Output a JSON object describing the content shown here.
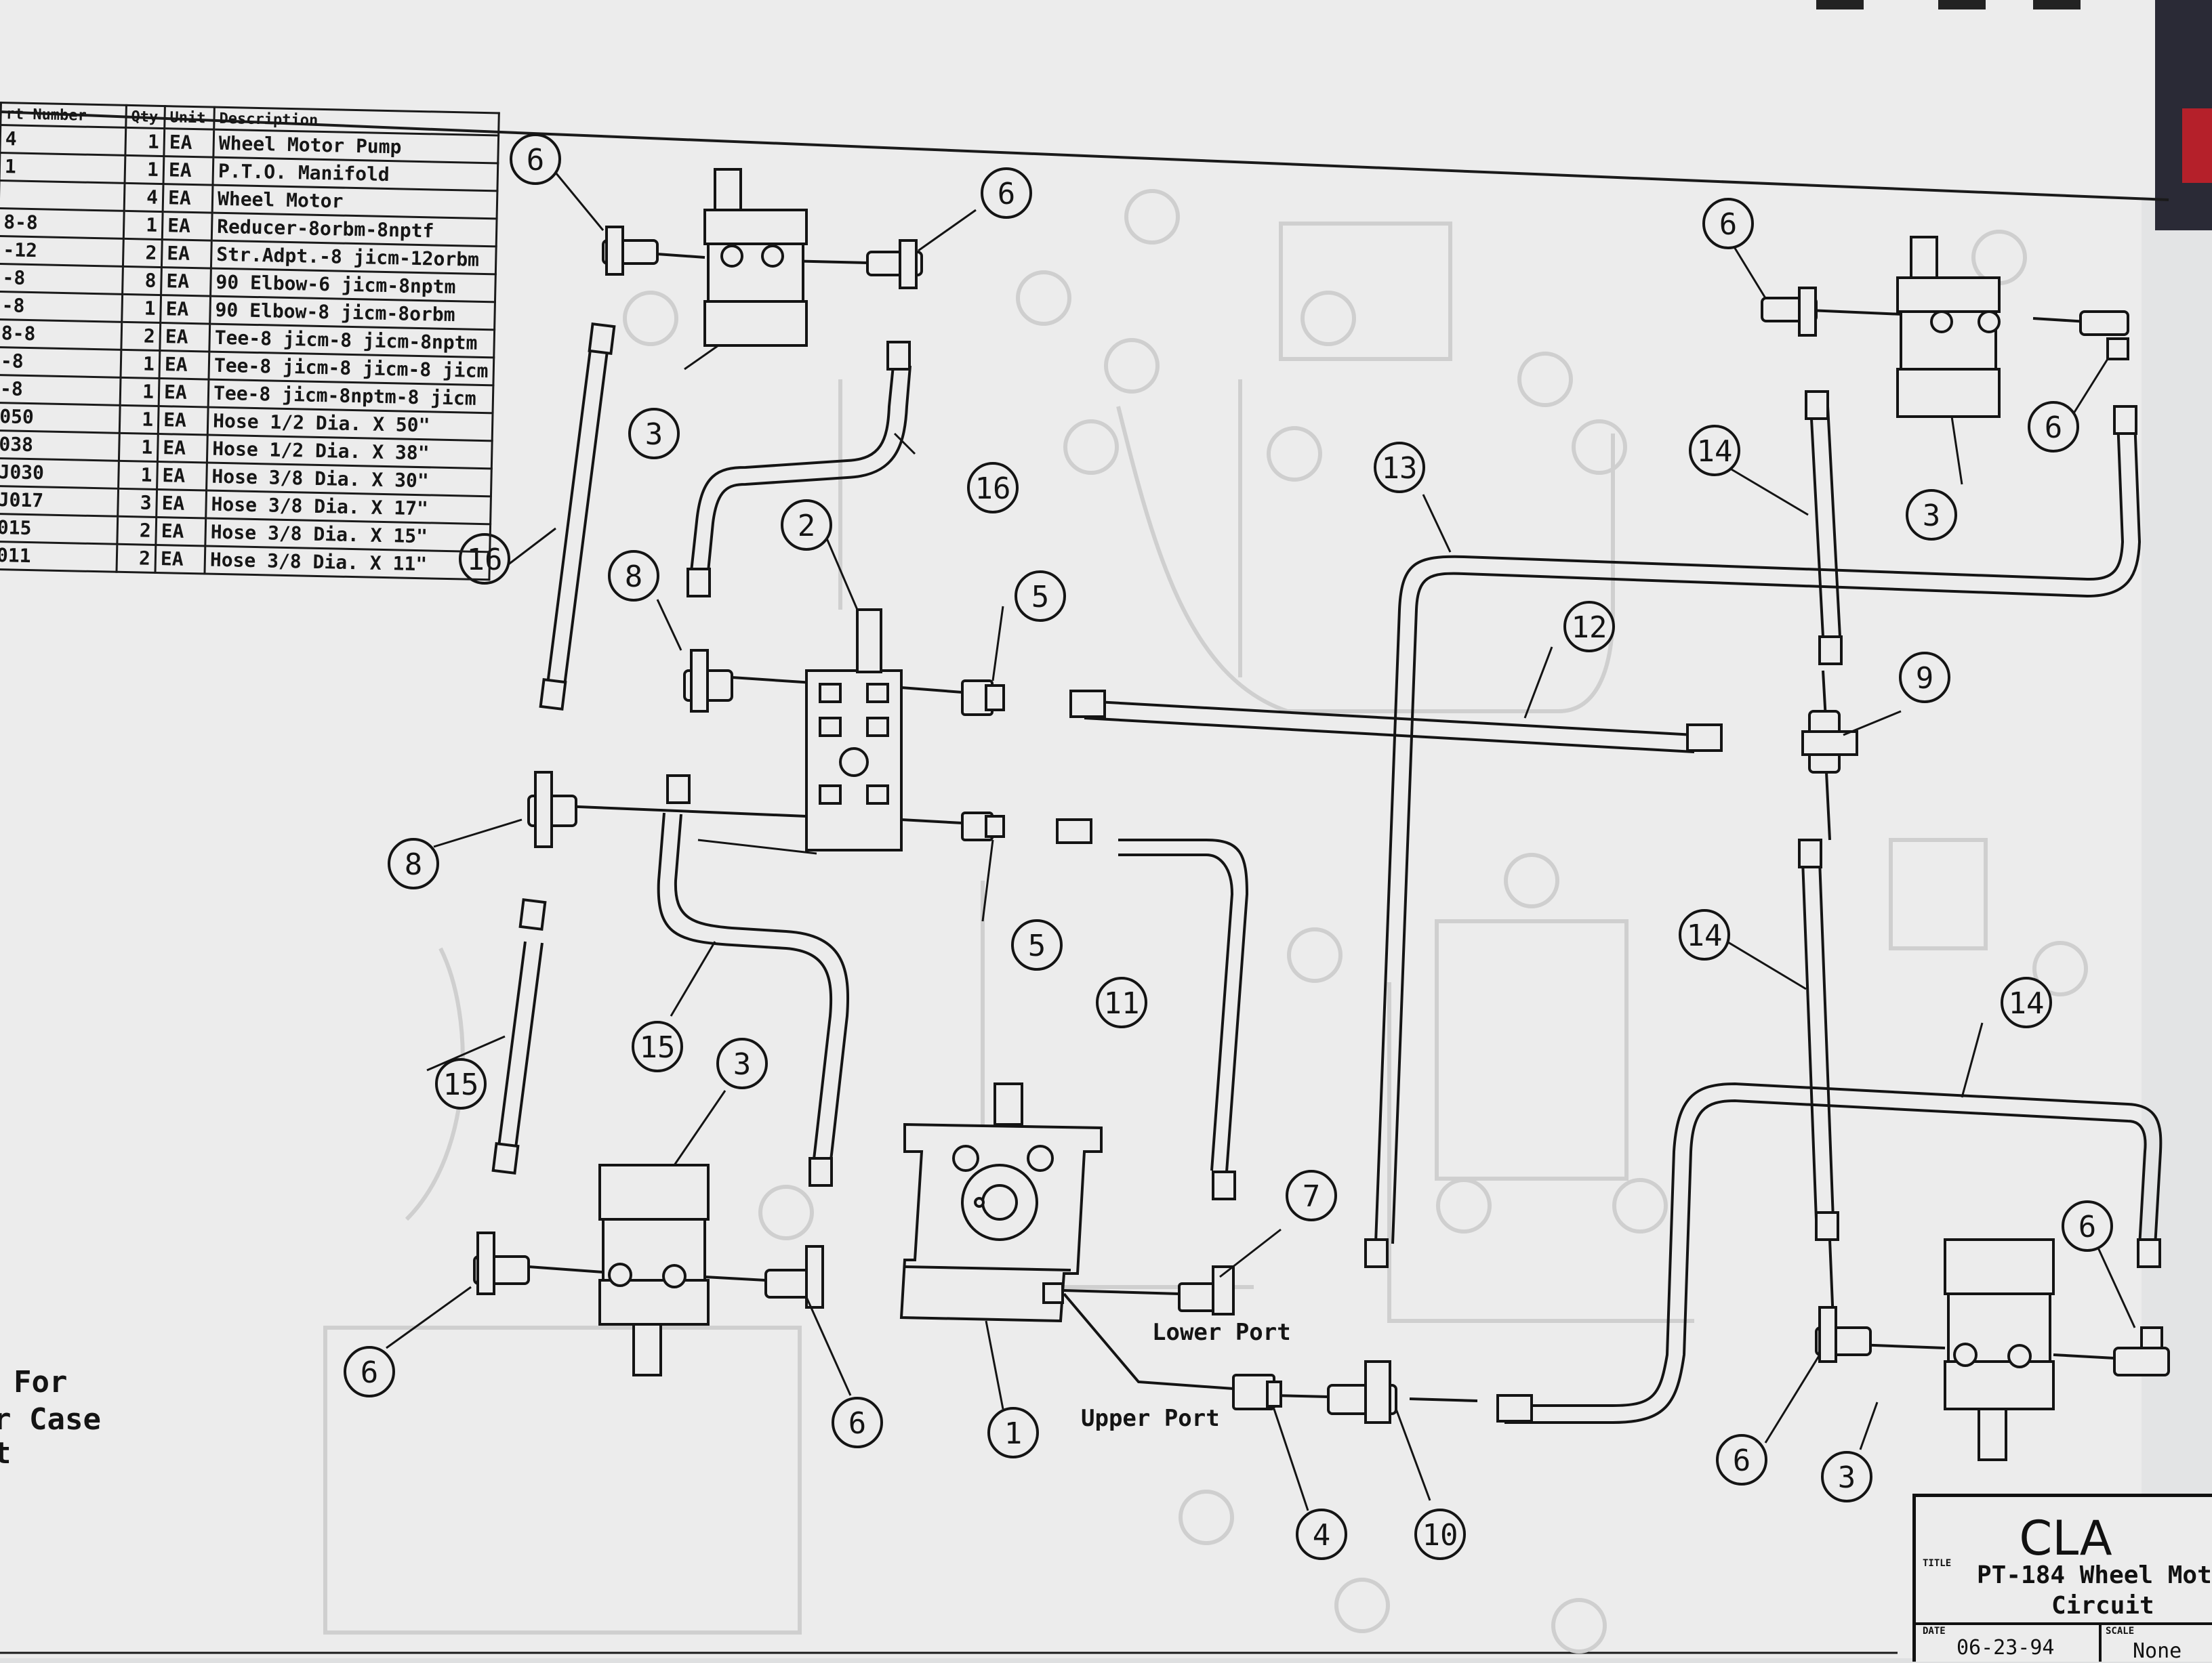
{
  "bom": {
    "headers": [
      "rt Number",
      "Qty",
      "Unit",
      "Description"
    ],
    "rows": [
      {
        "part": "4",
        "qty": "1",
        "unit": "EA",
        "desc": "Wheel Motor Pump"
      },
      {
        "part": "1",
        "qty": "1",
        "unit": "EA",
        "desc": "P.T.O. Manifold"
      },
      {
        "part": "",
        "qty": "4",
        "unit": "EA",
        "desc": "Wheel Motor"
      },
      {
        "part": "8-8",
        "qty": "1",
        "unit": "EA",
        "desc": "Reducer-8orbm-8nptf"
      },
      {
        "part": "-12",
        "qty": "2",
        "unit": "EA",
        "desc": "Str.Adpt.-8 jicm-12orbm"
      },
      {
        "part": "-8",
        "qty": "8",
        "unit": "EA",
        "desc": "90 Elbow-6 jicm-8nptm"
      },
      {
        "part": "-8",
        "qty": "1",
        "unit": "EA",
        "desc": "90 Elbow-8 jicm-8orbm"
      },
      {
        "part": "8-8",
        "qty": "2",
        "unit": "EA",
        "desc": "Tee-8 jicm-8 jicm-8nptm"
      },
      {
        "part": "-8",
        "qty": "1",
        "unit": "EA",
        "desc": "Tee-8 jicm-8 jicm-8 jicm"
      },
      {
        "part": "-8",
        "qty": "1",
        "unit": "EA",
        "desc": "Tee-8 jicm-8nptm-8 jicm"
      },
      {
        "part": "050",
        "qty": "1",
        "unit": "EA",
        "desc": "Hose 1/2 Dia. X 50\""
      },
      {
        "part": "038",
        "qty": "1",
        "unit": "EA",
        "desc": "Hose 1/2 Dia. X 38\""
      },
      {
        "part": "J030",
        "qty": "1",
        "unit": "EA",
        "desc": "Hose 3/8 Dia. X 30\""
      },
      {
        "part": "J017",
        "qty": "3",
        "unit": "EA",
        "desc": "Hose 3/8 Dia. X 17\""
      },
      {
        "part": "015",
        "qty": "2",
        "unit": "EA",
        "desc": "Hose 3/8 Dia. X 15\""
      },
      {
        "part": "011",
        "qty": "2",
        "unit": "EA",
        "desc": "Hose 3/8 Dia. X 11\""
      }
    ]
  },
  "diagram": {
    "callouts": [
      "6",
      "6",
      "3",
      "16",
      "16",
      "2",
      "8",
      "5",
      "5",
      "8",
      "11",
      "15",
      "15",
      "3",
      "6",
      "6",
      "1",
      "7",
      "4",
      "10",
      "13",
      "12",
      "9",
      "6",
      "14",
      "6",
      "3",
      "14",
      "14",
      "6",
      "6",
      "3"
    ],
    "port_labels": {
      "lower": "Lower Port",
      "upper": "Upper Port"
    },
    "side_note": [
      "For",
      "r Case",
      "t"
    ]
  },
  "title_block": {
    "company": "CLA",
    "title_label": "TITLE",
    "title": "PT-184 Wheel Mot",
    "subtitle": "Circuit",
    "date_label": "DATE",
    "date": "06-23-94",
    "scale_label": "SCALE",
    "scale": "None"
  },
  "colors": {
    "paper": "#ececec",
    "ink": "#141414",
    "ghost": "#cfcfcf"
  }
}
